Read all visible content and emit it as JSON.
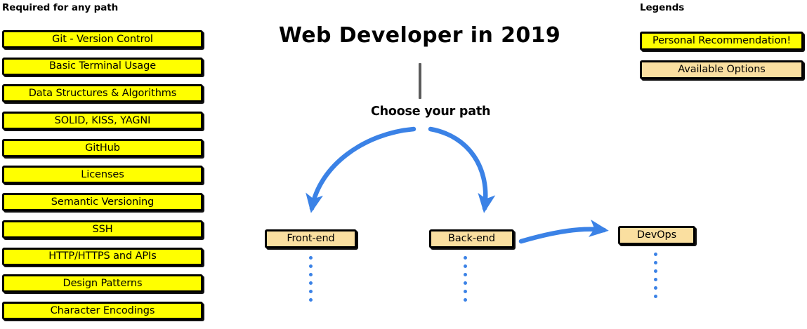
{
  "page": {
    "title": "Web Developer in 2019",
    "subtitle": "Choose your path",
    "background": "#ffffff"
  },
  "colors": {
    "recommended_fill": "#FFFF00",
    "option_fill": "#FADFA0",
    "outline": "#000000",
    "arrow_blue": "#3b82e6",
    "stem_gray": "#5b5b5b"
  },
  "required": {
    "heading": "Required for any path",
    "items": [
      {
        "label": "Git - Version Control"
      },
      {
        "label": "Basic Terminal Usage"
      },
      {
        "label": "Data Structures & Algorithms"
      },
      {
        "label": "SOLID, KISS, YAGNI"
      },
      {
        "label": "GitHub"
      },
      {
        "label": "Licenses"
      },
      {
        "label": "Semantic Versioning"
      },
      {
        "label": "SSH"
      },
      {
        "label": "HTTP/HTTPS and APIs"
      },
      {
        "label": "Design Patterns"
      },
      {
        "label": "Character Encodings"
      }
    ]
  },
  "legends": {
    "heading": "Legends",
    "items": [
      {
        "label": "Personal Recommendation!",
        "fill": "#FFFF00"
      },
      {
        "label": "Available Options",
        "fill": "#FADFA0"
      }
    ]
  },
  "paths": {
    "items": [
      {
        "label": "Front-end",
        "fill": "#FADFA0"
      },
      {
        "label": "Back-end",
        "fill": "#FADFA0"
      },
      {
        "label": "DevOps",
        "fill": "#FADFA0"
      }
    ]
  },
  "connectors": [
    {
      "name": "stem",
      "from": "title",
      "to": "choose-your-path",
      "style": "solid-gray-line"
    },
    {
      "name": "choose-to-frontend",
      "from": "Choose your path",
      "to": "Front-end",
      "style": "curved-blue-arrow"
    },
    {
      "name": "choose-to-backend",
      "from": "Choose your path",
      "to": "Back-end",
      "style": "curved-blue-arrow"
    },
    {
      "name": "backend-to-devops",
      "from": "Back-end",
      "to": "DevOps",
      "style": "curved-blue-arrow"
    }
  ]
}
